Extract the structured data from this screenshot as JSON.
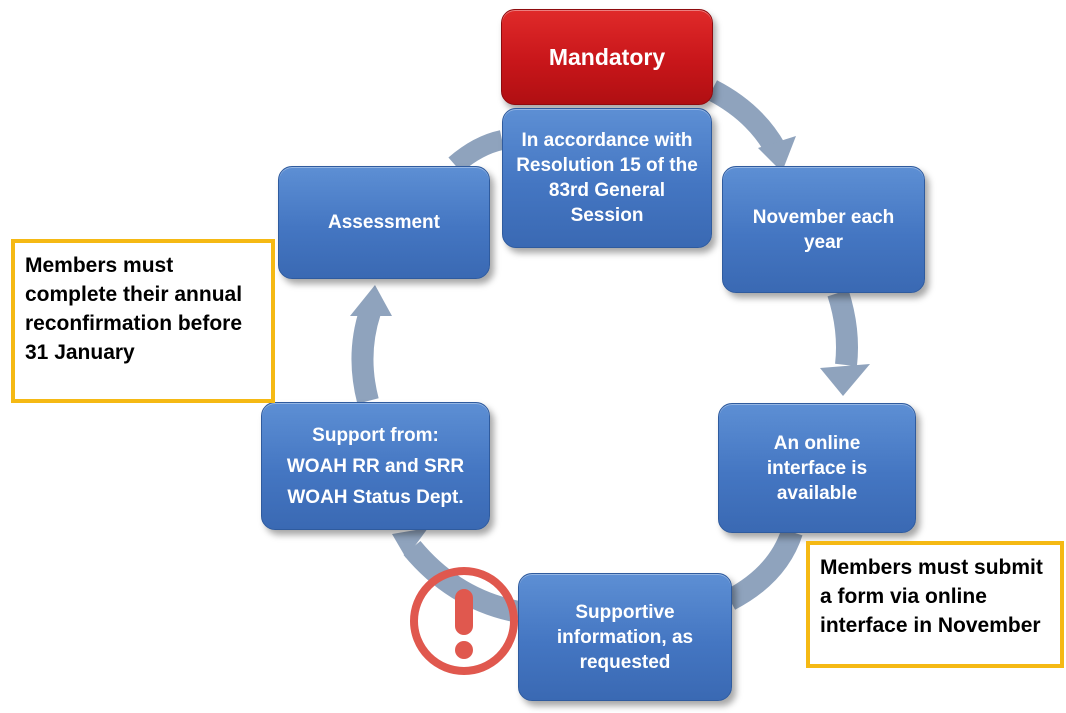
{
  "mandatory": "Mandatory",
  "nodes": {
    "resolution": [
      "In accordance with",
      "Resolution 15 of the",
      "83rd General",
      "Session"
    ],
    "november": [
      "November each",
      "year"
    ],
    "online_interface": [
      "An online",
      "interface is",
      "available"
    ],
    "supportive_info": [
      "Supportive",
      "information, as",
      "requested"
    ],
    "support_from": [
      "Support from:",
      "WOAH RR and SRR",
      "WOAH Status Dept."
    ],
    "assessment": [
      "Assessment"
    ]
  },
  "notes": {
    "annual_reconfirmation": [
      "Members must",
      "complete their annual",
      "reconfirmation before",
      "31 January"
    ],
    "submit_form": [
      "Members must submit",
      "a form via online",
      "interface in November"
    ]
  },
  "colors": {
    "node_blue": "#4476c2",
    "mandatory_red": "#c8161a",
    "arrow_gray": "#8fa3bd",
    "note_border": "#f5b914",
    "warning_red": "#e0584e"
  },
  "icons": {
    "warning": "exclamation-circle-icon"
  }
}
